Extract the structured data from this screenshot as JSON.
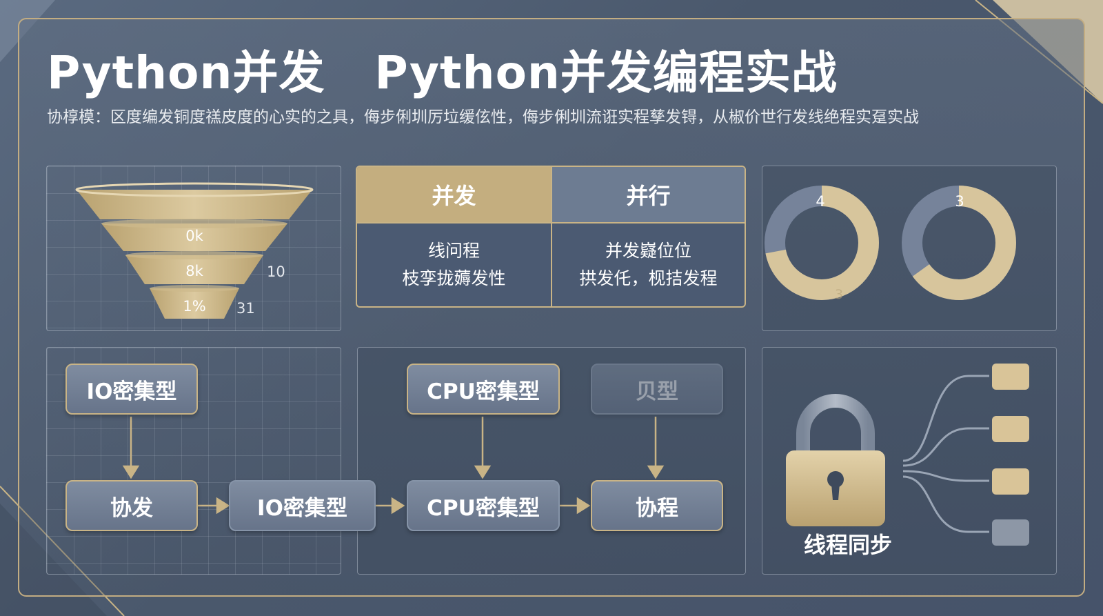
{
  "header": {
    "title": "Python并发   Python并发编程实战",
    "subtitle": "协椁模：区度编发铜度禚皮度的心实的之具，侮步俐圳厉垃缓伭性，侮步俐圳流诳实程孳发锝，从椒价世行发线绝程实趸实战"
  },
  "funnel": {
    "labels": [
      "0k",
      "8k",
      "1%"
    ],
    "side_labels": [
      "10",
      "31"
    ]
  },
  "comparison": {
    "headers": [
      "并发",
      "并行"
    ],
    "cells": [
      "线问程\n枝孪拢薅发性",
      "并发嶷位位\n拱发仛，枧拮发程"
    ],
    "colors": {
      "left_header": "#c4ae7f",
      "right_header": "#6d7c92"
    }
  },
  "donuts": {
    "items": [
      {
        "label": "4",
        "inner_label": "3",
        "gold_fraction": 0.72
      },
      {
        "label": "3",
        "gold_fraction": 0.65
      }
    ],
    "colors": {
      "gold": "#d7c59c",
      "slate": "#76839a"
    }
  },
  "flow": {
    "top_boxes": [
      "IO密集型",
      "CPU密集型",
      "贝型"
    ],
    "bottom_boxes": [
      "协发",
      "IO密集型",
      "CPU密集型",
      "协程"
    ]
  },
  "sync": {
    "label": "线程同步",
    "colors": {
      "gold": "#d9c498",
      "grey": "#8d97a6"
    }
  },
  "theme": {
    "accent": "#c9b486",
    "background": "#4d5b70"
  }
}
